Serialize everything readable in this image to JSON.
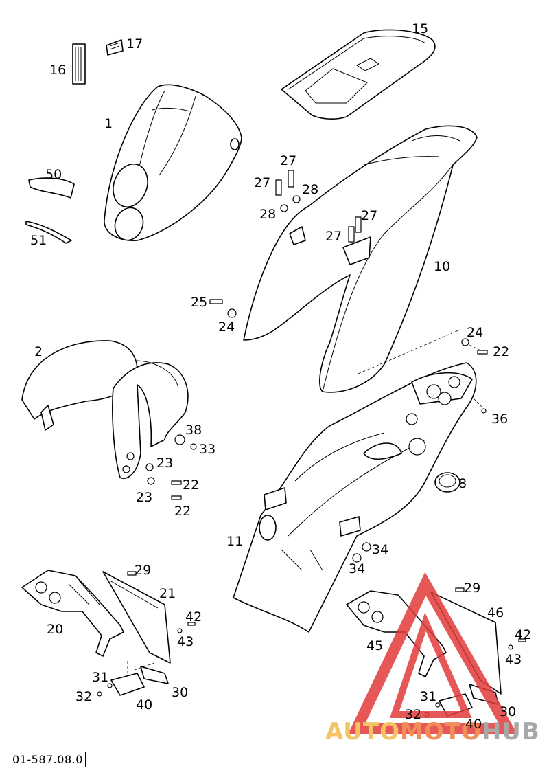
{
  "drawing_number": "01-587.08.0",
  "watermark": {
    "brand_part1": "AUTO",
    "brand_part2": "MOTO",
    "brand_part3": "HUB",
    "color_part1": "#f5b94a",
    "color_part2": "#f07a3a",
    "color_part3": "#9a9a9a",
    "triangle_color": "#e23a3a"
  },
  "callouts": {
    "c1": "1",
    "c2": "2",
    "c8": "8",
    "c10": "10",
    "c11": "11",
    "c15": "15",
    "c16": "16",
    "c17": "17",
    "c20": "20",
    "c21": "21",
    "c22a": "22",
    "c22b": "22",
    "c22c": "22",
    "c23a": "23",
    "c23b": "23",
    "c24a": "24",
    "c24b": "24",
    "c25": "25",
    "c27a": "27",
    "c27b": "27",
    "c27c": "27",
    "c27d": "27",
    "c28a": "28",
    "c28b": "28",
    "c29a": "29",
    "c29b": "29",
    "c30a": "30",
    "c30b": "30",
    "c31a": "31",
    "c31b": "31",
    "c32a": "32",
    "c32b": "32",
    "c33": "33",
    "c34a": "34",
    "c34b": "34",
    "c36": "36",
    "c38": "38",
    "c40a": "40",
    "c40b": "40",
    "c42a": "42",
    "c42b": "42",
    "c43a": "43",
    "c43b": "43",
    "c45": "45",
    "c46": "46",
    "c50": "50",
    "c51": "51"
  }
}
